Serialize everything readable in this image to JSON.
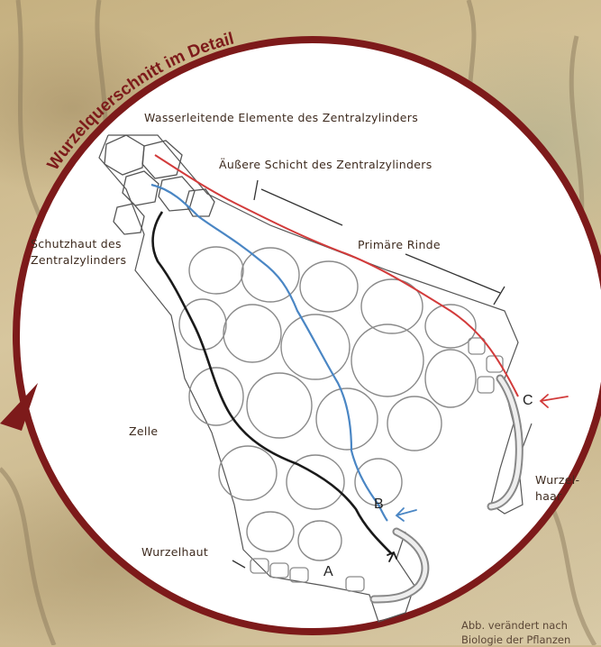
{
  "title": "Wurzelquerschnitt im Detail",
  "labels": {
    "water_conducting": "Wasserleitende Elemente des Zentralzylinders",
    "outer_layer": "Äußere Schicht des Zentralzylinders",
    "primary_cortex": "Primäre Rinde",
    "protective_skin_line1": "Schutzhaut des",
    "protective_skin_line2": "Zentralzylinders",
    "cell": "Zelle",
    "root_skin": "Wurzelhaut",
    "root_hair_line1": "Wurzel-",
    "root_hair_line2": "haar",
    "path_a": "A",
    "path_b": "B",
    "path_c": "C"
  },
  "credit": {
    "line1": "Abb. verändert nach",
    "line2": "Biologie der Pflanzen"
  },
  "colors": {
    "frame": "#7d1a1a",
    "path_a": "#1a1a1a",
    "path_b": "#4a86c4",
    "path_c": "#d23b3b",
    "title": "#7d1a1a"
  }
}
